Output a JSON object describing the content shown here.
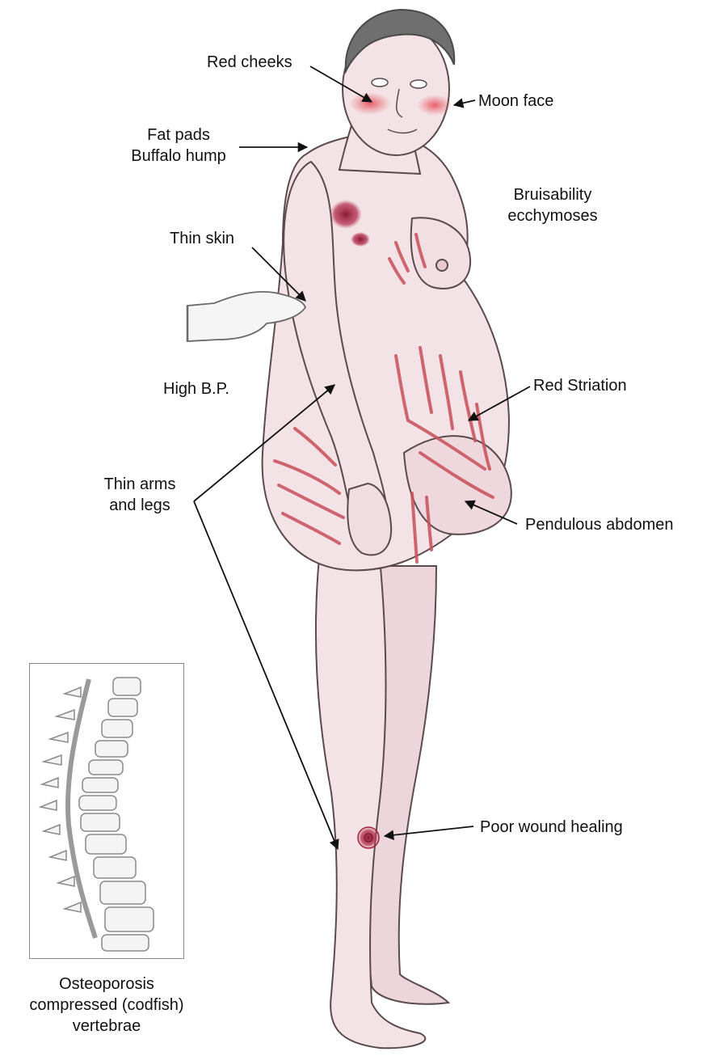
{
  "labels": {
    "red_cheeks": "Red cheeks",
    "moon_face": "Moon face",
    "fat_pads": "Fat pads",
    "buffalo_hump": "Buffalo hump",
    "bruisability": "Bruisability",
    "ecchymoses": "ecchymoses",
    "thin_skin": "Thin skin",
    "high_bp": "High B.P.",
    "red_striation": "Red Striation",
    "thin_arms": "Thin arms",
    "and_legs": "and legs",
    "pendulous_abdomen": "Pendulous abdomen",
    "poor_wound_healing": "Poor wound healing"
  },
  "inset": {
    "caption_line1": "Osteoporosis",
    "caption_line2": "compressed (codfish)",
    "caption_line3": "vertebrae"
  },
  "colors": {
    "skin": "#f3e3e6",
    "skin_shade": "#d9bcc3",
    "outline": "#5a4a4e",
    "striae": "#c8505a",
    "bruise": "#a0203c",
    "cheek": "#e8646e",
    "hair": "#6a6a6a",
    "arrow": "#111111"
  }
}
